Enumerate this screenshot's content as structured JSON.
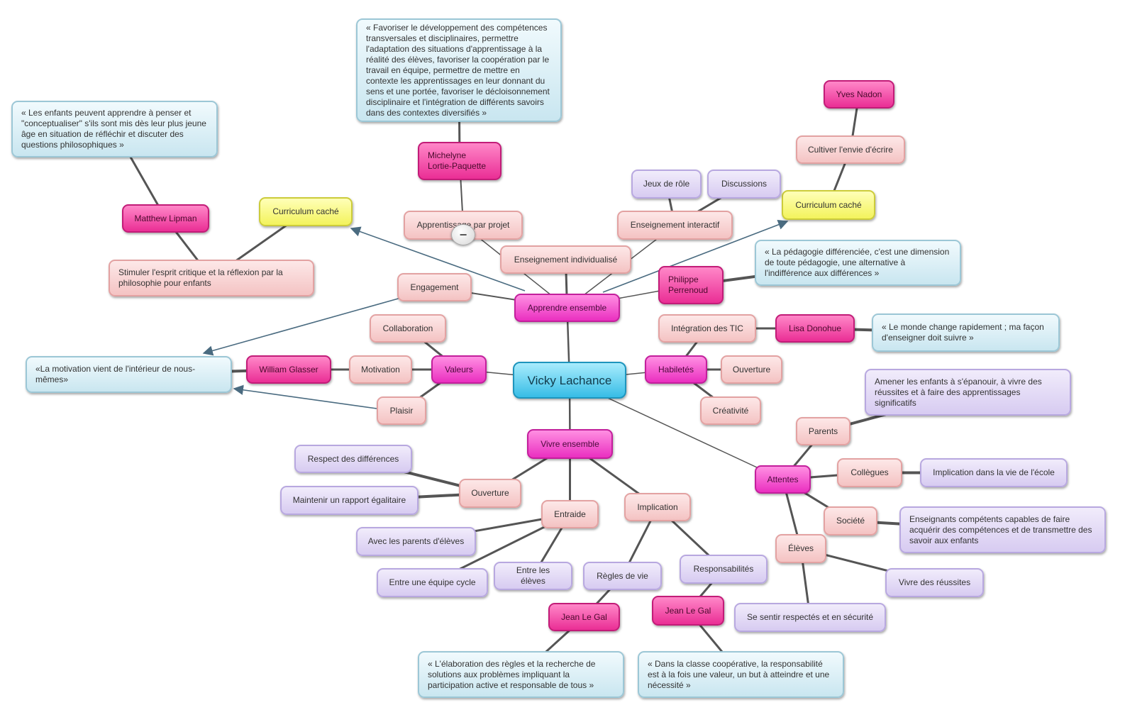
{
  "central": "Vicky Lachance",
  "nodes": {
    "apprendre": "Apprendre ensemble",
    "valeurs": "Valeurs",
    "habiletes": "Habiletés",
    "vivre": "Vivre ensemble",
    "attentes": "Attentes",
    "enseignement_individualise": "Enseignement individualisé",
    "apprentissage_projet": "Apprentissage par projet",
    "michelyne": "Michelyne\nLortie-Paquette",
    "quote_competences": "« Favoriser le développement des compétences transversales et disciplinaires, permettre l'adaptation des situations d'apprentissage à la réalité des élèves, favoriser la coopération par le travail en équipe, permettre de mettre en contexte les apprentissages en leur donnant du sens et une portée, favoriser le décloisonnement disciplinaire et l'intégration de différents savoirs dans des contextes diversifiés »",
    "enseignement_interactif": "Enseignement interactif",
    "jeux_role": "Jeux de rôle",
    "discussions": "Discussions",
    "curriculum_cache_1": "Curriculum caché",
    "curriculum_cache_2": "Curriculum caché",
    "cultiver": "Cultiver l'envie d'écrire",
    "yves": "Yves Nadon",
    "philippe": "Philippe\nPerrenoud",
    "quote_perrenoud": "« La pédagogie différenciée, c'est une dimension de toute pédagogie, une alternative à l'indifférence aux différences »",
    "engagement": "Engagement",
    "matthew": "Matthew Lipman",
    "quote_lipman": "« Les enfants peuvent apprendre à penser et \"conceptualiser\" s'ils sont mis dès leur plus jeune âge en situation de réfléchir et discuter des questions philosophiques »",
    "stimuler": "Stimuler l'esprit critique et la réflexion par la philosophie pour enfants",
    "collaboration": "Collaboration",
    "motivation": "Motivation",
    "plaisir": "Plaisir",
    "william": "William Glasser",
    "quote_glasser": "«La motivation vient de l'intérieur de nous-mêmes»",
    "integration_tic": "Intégration des TIC",
    "lisa": "Lisa Donohue",
    "quote_donohue": "« Le monde change rapidement ; ma façon d'enseigner doit suivre »",
    "ouverture_h": "Ouverture",
    "creativite": "Créativité",
    "ouverture_v": "Ouverture",
    "respect": "Respect des différences",
    "maintenir": "Maintenir un rapport égalitaire",
    "entraide": "Entraide",
    "parents_eleves": "Avec les parents d'élèves",
    "equipe_cycle": "Entre une équipe cycle",
    "entre_eleves": "Entre les élèves",
    "implication": "Implication",
    "regles": "Règles de vie",
    "responsabilites": "Responsabilités",
    "jean1": "Jean Le Gal",
    "jean2": "Jean Le Gal",
    "quote_regles": "« L'élaboration des règles et la recherche de solutions aux problèmes impliquant la participation active et responsable de tous »",
    "quote_coop": "«  Dans la classe coopérative, la responsabilité est à la fois une valeur, un but à atteindre et une nécessité »",
    "parents": "Parents",
    "amener": "Amener les enfants à s'épanouir, à vivre des réussites et à faire des apprentissages significatifs",
    "collegues": "Collègues",
    "implication_ecole": "Implication dans la vie de l'école",
    "societe": "Société",
    "enseignants": "Enseignants compétents capables de faire acquérir des compétences et de transmettre des savoir aux enfants",
    "eleves": "Élèves",
    "vivre_reussites": "Vivre des réussites",
    "securite": "Se sentir respectés et en sécurité"
  },
  "collapse_symbol": "−",
  "colors": {
    "central": "#37bde6",
    "main_branch": "#ea2fc0",
    "person": "#ea2e95",
    "sub": "#f4c3c3",
    "leaf": "#d7cbf1",
    "quote": "#c9e6f0",
    "highlight": "#f3f35c",
    "line": "#555555",
    "arrow": "#4a6b80"
  }
}
